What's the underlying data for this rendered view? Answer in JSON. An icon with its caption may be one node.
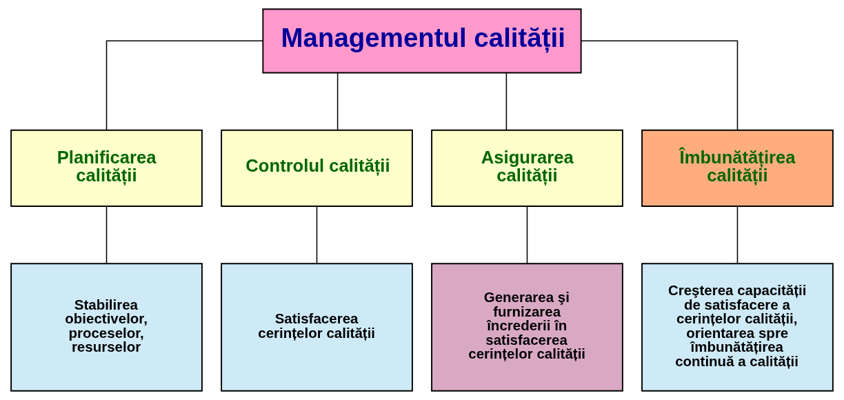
{
  "diagram": {
    "nodes": [
      {
        "text": [
          "Managementul calității"
        ]
      },
      {
        "text": [
          "Planificarea calității"
        ]
      },
      {
        "text": [
          "Controlul calității"
        ]
      },
      {
        "text": [
          "Asigurarea calității"
        ]
      },
      {
        "text": [
          "Îmbunătățirea calității"
        ]
      },
      {
        "text": [
          "Stabilirea obiectivelor, proceselor, resurselor"
        ]
      },
      {
        "text": [
          "Satisfacerea cerințelor calității"
        ]
      },
      {
        "text": [
          "Generarea şi furnizarea încrederii în satisfacerea cerințelor calității"
        ]
      },
      {
        "text": [
          "Creşterea capacității de satisfacere a cerințelor calității, orientarea spre îmbunătățirea continuă a calității"
        ]
      }
    ],
    "edges": [
      {
        "from": 0,
        "to": 1,
        "arrow": "none"
      },
      {
        "from": 0,
        "to": 2,
        "arrow": "none"
      },
      {
        "from": 0,
        "to": 3,
        "arrow": "none"
      },
      {
        "from": 0,
        "to": 4,
        "arrow": "none"
      },
      {
        "from": 1,
        "to": 5,
        "arrow": "none"
      },
      {
        "from": 2,
        "to": 6,
        "arrow": "none"
      },
      {
        "from": 3,
        "to": 7,
        "arrow": "none"
      },
      {
        "from": 4,
        "to": 8,
        "arrow": "none"
      }
    ]
  }
}
